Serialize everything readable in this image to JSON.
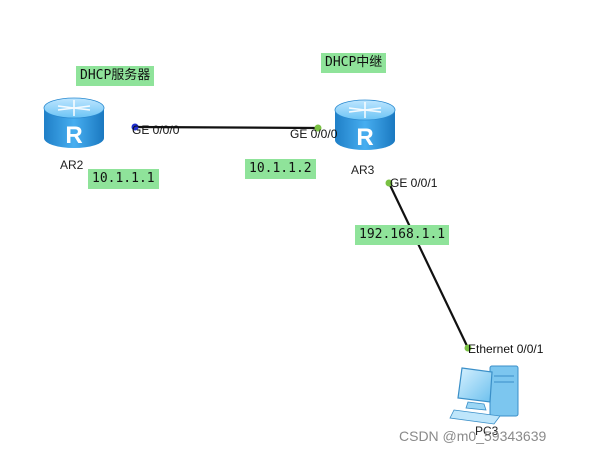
{
  "devices": {
    "ar2": {
      "name": "AR2",
      "role_label": "DHCP服务器",
      "ip": "10.1.1.1",
      "port": "GE 0/0/0"
    },
    "ar3": {
      "name": "AR3",
      "role_label": "DHCP中继",
      "ip_left": "10.1.1.2",
      "ip_right": "192.168.1.1",
      "port_left": "GE 0/0/0",
      "port_down": "GE 0/0/1"
    },
    "pc3": {
      "name": "PC3",
      "port": "Ethernet 0/0/1"
    }
  },
  "colors": {
    "tag_bg": "#8fe39a",
    "router_body": "#3b9fe0",
    "link": "#111111",
    "port_up": "#7ac143",
    "port_blue": "#1f2fd0"
  },
  "watermark": "CSDN @m0_59343639"
}
